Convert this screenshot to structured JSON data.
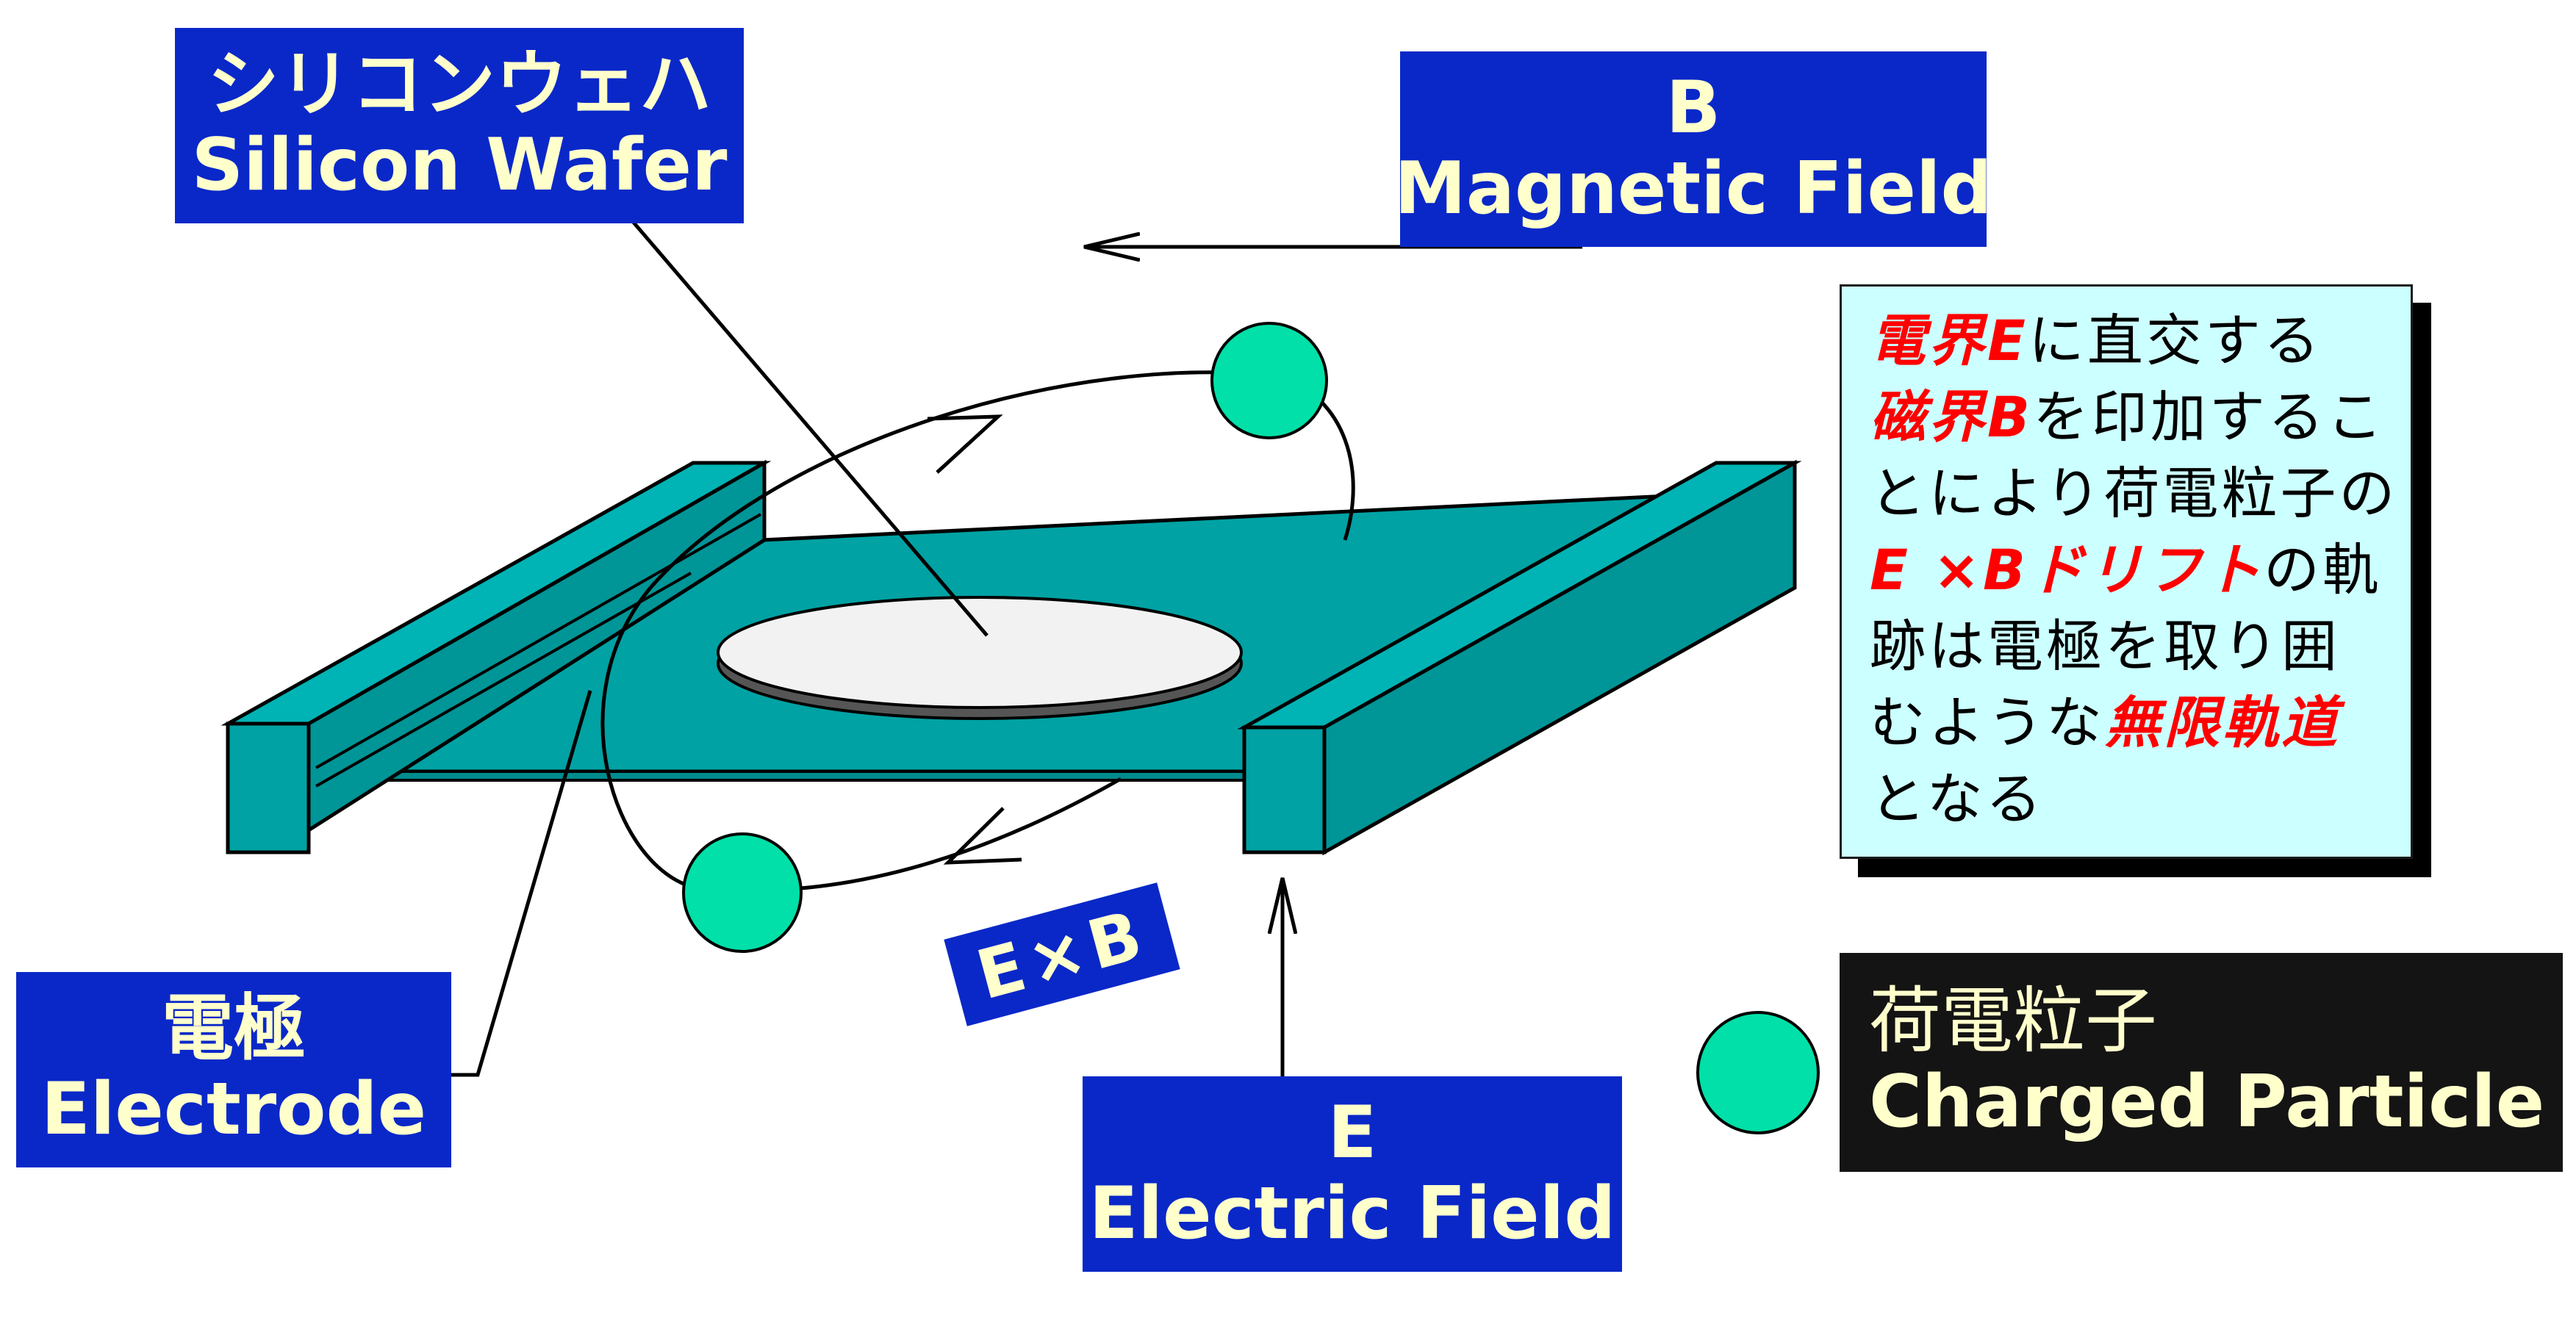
{
  "labels": {
    "wafer_jp": "シリコンウェハ",
    "wafer_en": "Silicon Wafer",
    "b_symbol": "B",
    "b_en": "Magnetic Field",
    "electrode_jp": "電極",
    "electrode_en": "Electrode",
    "e_symbol": "E",
    "e_en": "Electric Field",
    "particle_jp": "荷電粒子",
    "particle_en": "Charged Particle",
    "exb": "E×B"
  },
  "note": {
    "line1_em": "電界E",
    "line1_rest": "に直交する",
    "line2_em": "磁界B",
    "line2_rest": "を印加するこ",
    "line3": "とにより荷電粒子の",
    "line4_em": "E ×Bドリフト",
    "line4_rest": "の軌",
    "line5": "跡は電極を取り囲",
    "line6_start": "むような",
    "line6_em": "無限軌道",
    "line7": "となる"
  },
  "colors": {
    "label_bg": "#0a28c8",
    "label_text": "#ffffcc",
    "electrode_fill": "#00a2a4",
    "particle_fill": "#00e0a8",
    "note_bg": "#ccffff",
    "emphasis": "#ff0000",
    "particle_legend_bg": "#141414"
  }
}
